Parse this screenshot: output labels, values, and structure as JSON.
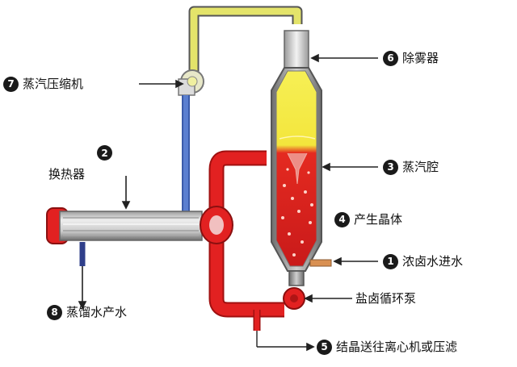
{
  "labels": {
    "compressor": {
      "num": "7",
      "text": "蒸汽压缩机"
    },
    "heat_exchanger": {
      "num": "2",
      "text": "换热器"
    },
    "distillate": {
      "num": "8",
      "text": "蒸馏水产水"
    },
    "demister": {
      "num": "6",
      "text": "除雾器"
    },
    "vapor_chamber": {
      "num": "3",
      "text": "蒸汽腔"
    },
    "crystals": {
      "num": "4",
      "text": "产生晶体"
    },
    "brine_inlet": {
      "num": "1",
      "text": "浓卤水进水"
    },
    "circ_pump": {
      "text": "盐卤循环泵"
    },
    "crystal_out": {
      "num": "5",
      "text": "结晶送往离心机或压滤"
    }
  },
  "colors": {
    "vapor_pipe": "#e4e46a",
    "condensate_pipe": "#5b7fd0",
    "brine_pipe": "#e22121",
    "vessel_upper": "#f3ec48",
    "vessel_lower": "#d81f1f",
    "inlet_pipe": "#d99052"
  }
}
